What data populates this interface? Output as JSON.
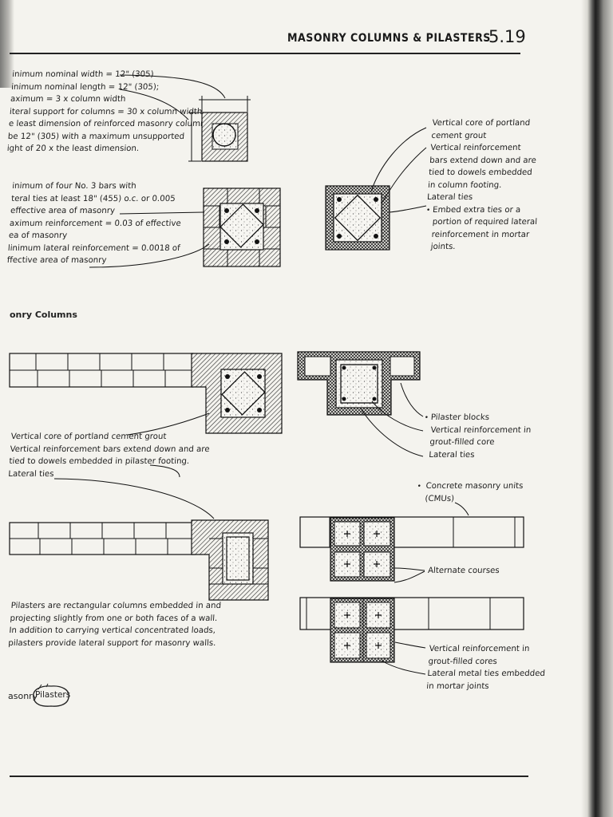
{
  "header": {
    "title": "MASONRY COLUMNS & PILASTERS",
    "section_number": "5",
    "page_number": ".19"
  },
  "column_notes": {
    "dimensions": [
      "inimum nominal width = 12\" (305)",
      "inimum nominal length = 12\" (305);",
      "aximum = 3 x column width",
      "iteral support for columns = 30 x column width",
      "e least dimension of reinforced masonry columns",
      "be 12\" (305) with a maximum unsupported",
      "ight of 20 x the least dimension."
    ],
    "reinforcement": [
      "inimum of four No. 3 bars with",
      "teral ties at least 18\" (455) o.c. or 0.005",
      "effective area of masonry",
      "aximum reinforcement = 0.03 of effective",
      "ea of masonry",
      "linimum lateral reinforcement = 0.0018 of",
      "ffective area of masonry"
    ],
    "core_callouts": [
      "Vertical core of portland",
      "cement grout",
      "Vertical reinforcement",
      "bars extend down and are",
      "tied to dowels embedded",
      "in column footing.",
      "Lateral ties",
      "Embed extra ties or a",
      "portion of required lateral",
      "reinforcement in mortar",
      "joints."
    ]
  },
  "section_titles": {
    "columns": "onry Columns",
    "pilasters_prefix": "asonry",
    "pilasters_stamp": "Pilasters"
  },
  "pilaster_notes": {
    "left_callouts": [
      "Vertical core of portland cement grout",
      "Vertical reinforcement bars extend down and are",
      "tied to dowels embedded in pilaster footing.",
      "Lateral ties"
    ],
    "right_callouts": [
      "Pilaster blocks",
      "Vertical reinforcement in",
      "grout-filled core",
      "Lateral ties"
    ],
    "cmu_callout": [
      "Concrete masonry units",
      "(CMUs)"
    ],
    "alternate_courses": "Alternate courses",
    "bottom_callouts": [
      "Vertical reinforcement in",
      "grout-filled cores",
      "Lateral metal ties embedded",
      "in mortar joints"
    ],
    "description": [
      "Pilasters are rectangular columns embedded in and",
      "projecting slightly from one or both faces of a wall.",
      "In addition to carrying vertical concentrated loads,",
      "pilasters provide lateral support for masonry walls."
    ]
  },
  "icons": [
    "bullet",
    "callout-line"
  ]
}
